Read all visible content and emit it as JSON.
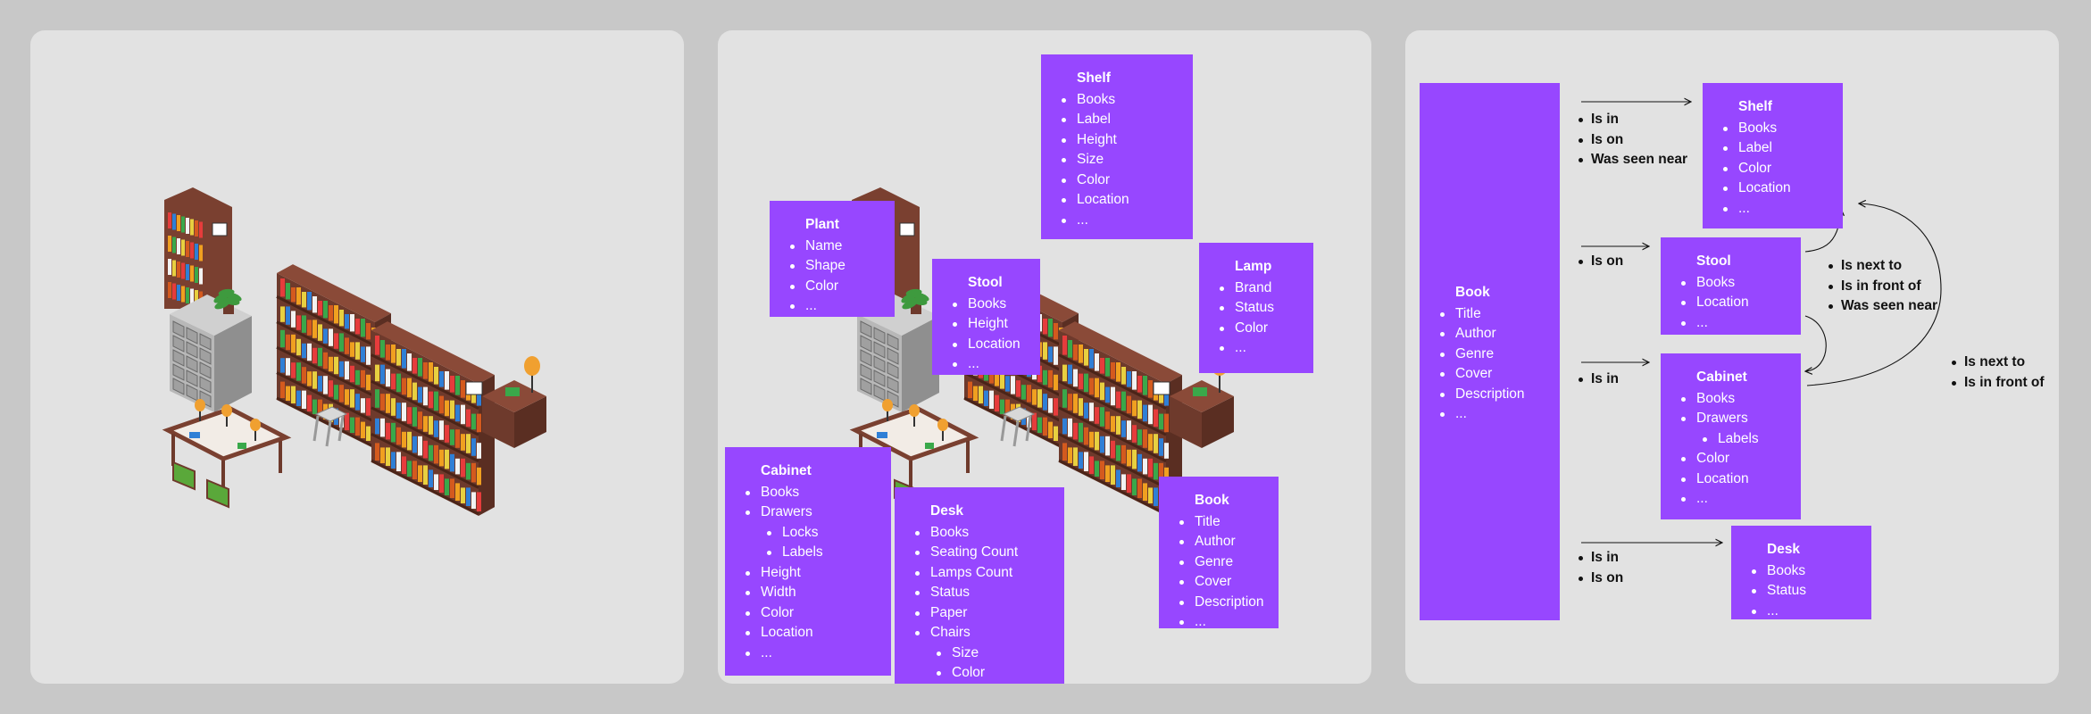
{
  "panel2": {
    "shelf": {
      "title": "Shelf",
      "items": [
        "Books",
        "Label",
        "Height",
        "Size",
        "Color",
        "Location",
        "..."
      ]
    },
    "plant": {
      "title": "Plant",
      "items": [
        "Name",
        "Shape",
        "Color",
        "..."
      ]
    },
    "stool": {
      "title": "Stool",
      "items": [
        "Books",
        "Height",
        "Location",
        "..."
      ]
    },
    "lamp": {
      "title": "Lamp",
      "items": [
        "Brand",
        "Status",
        "Color",
        "..."
      ]
    },
    "cabinet": {
      "title": "Cabinet",
      "items": [
        "Books",
        "Drawers"
      ],
      "subitems": [
        "Locks",
        "Labels"
      ],
      "items2": [
        "Height",
        "Width",
        "Color",
        "Location",
        "..."
      ]
    },
    "desk": {
      "title": "Desk",
      "items": [
        "Books",
        "Seating Count",
        "Lamps Count",
        "Status",
        "Paper",
        "Chairs"
      ],
      "subitems": [
        "Size",
        "Color"
      ]
    },
    "book": {
      "title": "Book",
      "items": [
        "Title",
        "Author",
        "Genre",
        "Cover",
        "Description",
        "..."
      ]
    }
  },
  "panel3": {
    "book": {
      "title": "Book",
      "items": [
        "Title",
        "Author",
        "Genre",
        "Cover",
        "Description",
        "..."
      ]
    },
    "shelf": {
      "title": "Shelf",
      "items": [
        "Books",
        "Label",
        "Color",
        "Location",
        "..."
      ]
    },
    "stool": {
      "title": "Stool",
      "items": [
        "Books",
        "Location",
        "..."
      ]
    },
    "cabinet": {
      "title": "Cabinet",
      "items": [
        "Books",
        "Drawers"
      ],
      "subitems": [
        "Labels"
      ],
      "items2": [
        "Color",
        "Location",
        "..."
      ]
    },
    "desk": {
      "title": "Desk",
      "items": [
        "Books",
        "Status",
        "..."
      ]
    },
    "rel_shelf": [
      "Is in",
      "Is on",
      "Was seen near"
    ],
    "rel_stool": [
      "Is on"
    ],
    "rel_cabinet": [
      "Is in"
    ],
    "rel_desk": [
      "Is in",
      "Is on"
    ],
    "rel_stool_shelf": [
      "Is next to",
      "Is in front of",
      "Was seen near"
    ],
    "rel_cabinet_shelf": [
      "Is next to",
      "Is in front of"
    ]
  },
  "colors": {
    "card": "#9747ff",
    "panel": "#e2e2e2",
    "background": "#c8c8c8",
    "wood": "#7a4030"
  }
}
